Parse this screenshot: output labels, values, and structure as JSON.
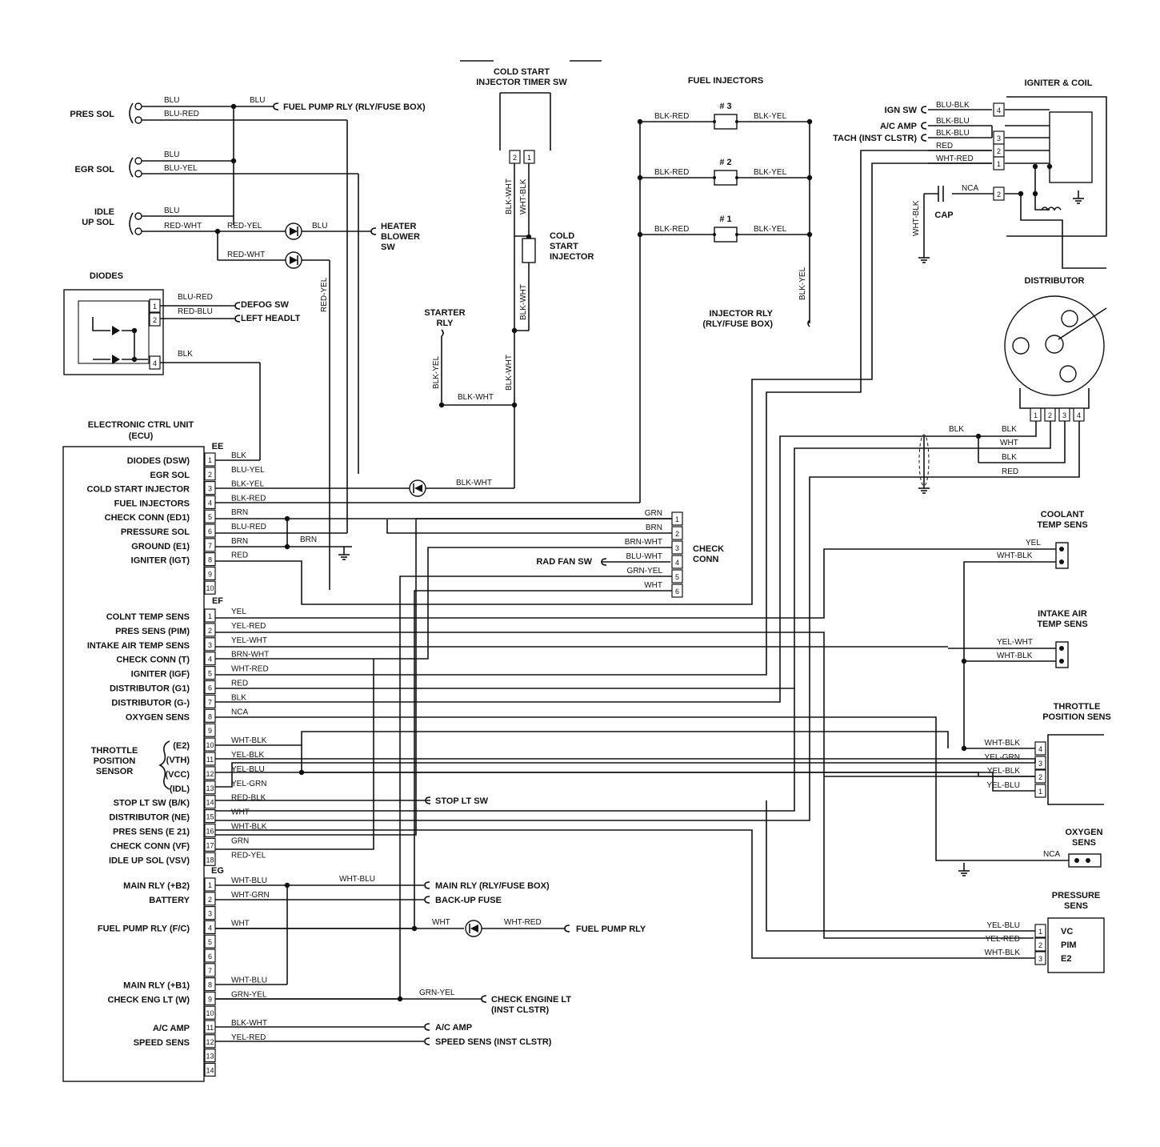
{
  "ecu": {
    "title": "ELECTRONIC CTRL UNIT",
    "subtitle": "(ECU)",
    "ee": {
      "connector": "EE",
      "pins": [
        {
          "n": "1",
          "name": "DIODES (DSW)",
          "wire": "BLK"
        },
        {
          "n": "2",
          "name": "EGR SOL",
          "wire": "BLU-YEL"
        },
        {
          "n": "3",
          "name": "COLD START INJECTOR",
          "wire": "BLK-YEL"
        },
        {
          "n": "4",
          "name": "FUEL INJECTORS",
          "wire": "BLK-RED"
        },
        {
          "n": "5",
          "name": "CHECK CONN (ED1)",
          "wire": "BRN"
        },
        {
          "n": "6",
          "name": "PRESSURE SOL",
          "wire": "BLU-RED"
        },
        {
          "n": "7",
          "name": "GROUND (E1)",
          "wire": "BRN"
        },
        {
          "n": "8",
          "name": "IGNITER (IGT)",
          "wire": "RED"
        },
        {
          "n": "9",
          "name": "",
          "wire": ""
        },
        {
          "n": "10",
          "name": "",
          "wire": ""
        }
      ]
    },
    "ef": {
      "connector": "EF",
      "pins": [
        {
          "n": "1",
          "name": "COLNT TEMP SENS",
          "wire": "YEL"
        },
        {
          "n": "2",
          "name": "PRES SENS (PIM)",
          "wire": "YEL-RED"
        },
        {
          "n": "3",
          "name": "INTAKE AIR TEMP SENS",
          "wire": "YEL-WHT"
        },
        {
          "n": "4",
          "name": "CHECK CONN (T)",
          "wire": "BRN-WHT"
        },
        {
          "n": "5",
          "name": "IGNITER (IGF)",
          "wire": "WHT-RED"
        },
        {
          "n": "6",
          "name": "DISTRIBUTOR (G1)",
          "wire": "RED"
        },
        {
          "n": "7",
          "name": "DISTRIBUTOR (G-)",
          "wire": "BLK"
        },
        {
          "n": "8",
          "name": "OXYGEN SENS",
          "wire": "NCA"
        },
        {
          "n": "9",
          "name": "",
          "wire": ""
        },
        {
          "n": "10",
          "name": "(E2)",
          "wire": "WHT-BLK"
        },
        {
          "n": "11",
          "name": "(VTH)",
          "wire": "YEL-BLK"
        },
        {
          "n": "12",
          "name": "(VCC)",
          "wire": "YEL-BLU"
        },
        {
          "n": "13",
          "name": "(IDL)",
          "wire": "YEL-GRN"
        },
        {
          "n": "14",
          "name": "STOP LT SW (B/K)",
          "wire": "RED-BLK"
        },
        {
          "n": "15",
          "name": "DISTRIBUTOR (NE)",
          "wire": "WHT"
        },
        {
          "n": "16",
          "name": "PRES SENS (E 21)",
          "wire": "WHT-BLK"
        },
        {
          "n": "17",
          "name": "CHECK CONN (VF)",
          "wire": "GRN"
        },
        {
          "n": "18",
          "name": "IDLE UP SOL (VSV)",
          "wire": "RED-YEL"
        }
      ],
      "tps_label": [
        "THROTTLE",
        "POSITION",
        "SENSOR"
      ]
    },
    "eg": {
      "connector": "EG",
      "pins": [
        {
          "n": "1",
          "name": "MAIN RLY (+B2)",
          "wire": "WHT-BLU"
        },
        {
          "n": "2",
          "name": "BATTERY",
          "wire": "WHT-GRN"
        },
        {
          "n": "3",
          "name": "",
          "wire": ""
        },
        {
          "n": "4",
          "name": "FUEL PUMP RLY (F/C)",
          "wire": "WHT"
        },
        {
          "n": "5",
          "name": "",
          "wire": ""
        },
        {
          "n": "6",
          "name": "",
          "wire": ""
        },
        {
          "n": "7",
          "name": "",
          "wire": ""
        },
        {
          "n": "8",
          "name": "MAIN RLY (+B1)",
          "wire": "WHT-BLU"
        },
        {
          "n": "9",
          "name": "CHECK ENG LT (W)",
          "wire": "GRN-YEL"
        },
        {
          "n": "10",
          "name": "",
          "wire": ""
        },
        {
          "n": "11",
          "name": "A/C AMP",
          "wire": "BLK-WHT"
        },
        {
          "n": "12",
          "name": "SPEED SENS",
          "wire": "YEL-RED"
        },
        {
          "n": "13",
          "name": "",
          "wire": ""
        },
        {
          "n": "14",
          "name": "",
          "wire": ""
        }
      ]
    }
  },
  "solenoids": {
    "pres_sol": {
      "label": "PRES SOL",
      "w1": "BLU",
      "w2": "BLU-RED"
    },
    "egr_sol": {
      "label": "EGR SOL",
      "w1": "BLU",
      "w2": "BLU-YEL"
    },
    "idle_up": {
      "label1": "IDLE",
      "label2": "UP SOL",
      "w1": "BLU",
      "w2": "RED-WHT"
    },
    "fuel_pump_rly": {
      "wire": "BLU",
      "label": "FUEL PUMP RLY (RLY/FUSE BOX)"
    },
    "heater": {
      "w1": "RED-YEL",
      "w2": "BLU",
      "w3": "RED-WHT",
      "w4": "RED-YEL",
      "label": [
        "HEATER",
        "BLOWER",
        "SW"
      ]
    }
  },
  "diodes": {
    "title": "DIODES",
    "pins": [
      {
        "n": "1",
        "wire": "BLU-RED",
        "dest": "DEFOG SW"
      },
      {
        "n": "2",
        "wire": "RED-BLU",
        "dest": "LEFT HEADLT"
      },
      {
        "n": "4",
        "wire": "BLK",
        "dest": ""
      }
    ]
  },
  "cold_start": {
    "timer_title": [
      "COLD START",
      "INJECTOR TIMER SW"
    ],
    "pins": [
      "2",
      "1"
    ],
    "w1": "BLK-WHT",
    "w2": "WHT-BLK",
    "injector_label": [
      "COLD",
      "START",
      "INJECTOR"
    ],
    "w3": "BLK-WHT",
    "w4": "BLK-WHT",
    "starter": [
      "STARTER",
      "RLY"
    ],
    "w5": "BLK-YEL",
    "w6": "BLK-WHT",
    "w7": "BLK-WHT"
  },
  "fuel_injectors": {
    "title": "FUEL INJECTORS",
    "rows": [
      {
        "name": "# 3",
        "left": "BLK-RED",
        "right": "BLK-YEL"
      },
      {
        "name": "# 2",
        "left": "BLK-RED",
        "right": "BLK-YEL"
      },
      {
        "name": "# 1",
        "left": "BLK-RED",
        "right": "BLK-YEL"
      }
    ],
    "vwire": "BLK-YEL",
    "relay": [
      "INJECTOR RLY",
      "(RLY/FUSE BOX)"
    ]
  },
  "igniter": {
    "title": "IGNITER & COIL",
    "rows": [
      {
        "label": "IGN SW",
        "wire": "BLU-BLK",
        "pin": "4"
      },
      {
        "label": "A/C AMP",
        "wire": "BLK-BLU",
        "pin": ""
      },
      {
        "label": "TACH (INST CLSTR)",
        "wire": "BLK-BLU",
        "pin": "3"
      },
      {
        "label": "",
        "wire": "RED",
        "pin": "2"
      },
      {
        "label": "",
        "wire": "WHT-RED",
        "pin": "1"
      }
    ],
    "cap_pin": "2",
    "cap_wire": "NCA",
    "cap_label": "CAP",
    "cap_vwire": "WHT-BLK"
  },
  "distributor": {
    "title": "DISTRIBUTOR",
    "pins": [
      "1",
      "2",
      "3",
      "4"
    ],
    "wires": [
      "BLK",
      "BLK",
      "WHT",
      "BLK",
      "RED"
    ]
  },
  "check_conn": {
    "label": [
      "CHECK",
      "CONN"
    ],
    "pins": [
      {
        "n": "1",
        "wire": "GRN"
      },
      {
        "n": "2",
        "wire": "BRN"
      },
      {
        "n": "3",
        "wire": "BRN-WHT"
      },
      {
        "n": "4",
        "wire": "BLU-WHT"
      },
      {
        "n": "5",
        "wire": "GRN-YEL"
      },
      {
        "n": "6",
        "wire": "WHT"
      }
    ],
    "rad_fan": "RAD FAN SW"
  },
  "coolant": {
    "title": [
      "COOLANT",
      "TEMP SENS"
    ],
    "w1": "YEL",
    "w2": "WHT-BLK"
  },
  "intake_air": {
    "title": [
      "INTAKE AIR",
      "TEMP SENS"
    ],
    "w1": "YEL-WHT",
    "w2": "WHT-BLK"
  },
  "throttle": {
    "title": [
      "THROTTLE",
      "POSITION SENS"
    ],
    "rows": [
      {
        "wire": "WHT-BLK",
        "pin": "4"
      },
      {
        "wire": "YEL-GRN",
        "pin": "3"
      },
      {
        "wire": "YEL-BLK",
        "pin": "2"
      },
      {
        "wire": "YEL-BLU",
        "pin": "1"
      }
    ]
  },
  "oxygen": {
    "title": [
      "OXYGEN",
      "SENS"
    ],
    "wire": "NCA"
  },
  "pressure": {
    "title": [
      "PRESSURE",
      "SENS"
    ],
    "rows": [
      {
        "wire": "YEL-BLU",
        "pin": "1",
        "name": "VC"
      },
      {
        "wire": "YEL-RED",
        "pin": "2",
        "name": "PIM"
      },
      {
        "wire": "WHT-BLK",
        "pin": "3",
        "name": "E2"
      }
    ]
  },
  "misc": {
    "brn": "BRN",
    "stop_lt": "STOP LT SW",
    "main_rly_wire": "WHT-BLU",
    "main_rly": "MAIN RLY (RLY/FUSE BOX)",
    "backup": "BACK-UP FUSE",
    "fuel_pump_w1": "WHT",
    "fuel_pump_w2": "WHT-RED",
    "fuel_pump": "FUEL PUMP RLY",
    "check_eng_wire": "GRN-YEL",
    "check_eng": [
      "CHECK ENGINE LT",
      "(INST CLSTR)"
    ],
    "ac_amp": "A/C AMP",
    "speed_sens": "SPEED SENS (INST CLSTR)",
    "cs_wire": "BLK-WHT"
  }
}
